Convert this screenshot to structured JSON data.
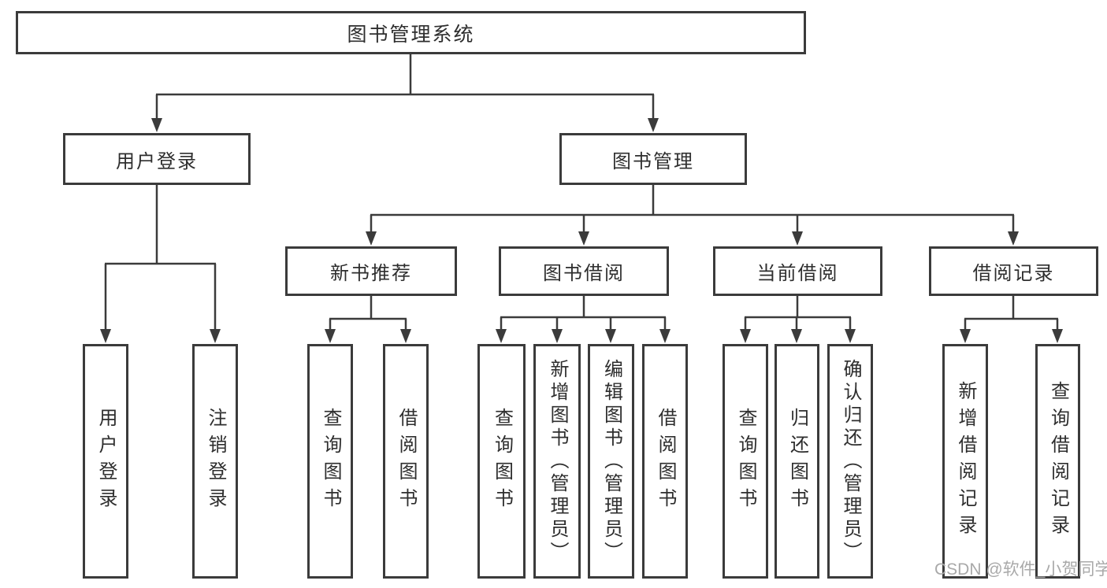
{
  "theme": {
    "line_color": "#3b3b3b",
    "border_color": "#3b3b3b",
    "text_color": "#2e2e2e",
    "watermark_color": "#a9a9a9",
    "background_color": "#ffffff"
  },
  "nodes": {
    "root": {
      "label": "图书管理系统"
    },
    "level1": [
      {
        "label": "用户登录"
      },
      {
        "label": "图书管理"
      }
    ],
    "level2": [
      {
        "label": "新书推荐"
      },
      {
        "label": "图书借阅"
      },
      {
        "label": "当前借阅"
      },
      {
        "label": "借阅记录"
      }
    ],
    "leaves": [
      {
        "label": "用户登录"
      },
      {
        "label": "注销登录"
      },
      {
        "label": "查询图书"
      },
      {
        "label": "借阅图书"
      },
      {
        "label": "查询图书"
      },
      {
        "label": "新增图书（管理员）"
      },
      {
        "label": "编辑图书（管理员）"
      },
      {
        "label": "借阅图书"
      },
      {
        "label": "查询图书"
      },
      {
        "label": "归还图书"
      },
      {
        "label": "确认归还（管理员）"
      },
      {
        "label": "新增借阅记录"
      },
      {
        "label": "查询借阅记录"
      }
    ]
  },
  "watermark": {
    "text": "CSDN @软件_小贺同学"
  }
}
